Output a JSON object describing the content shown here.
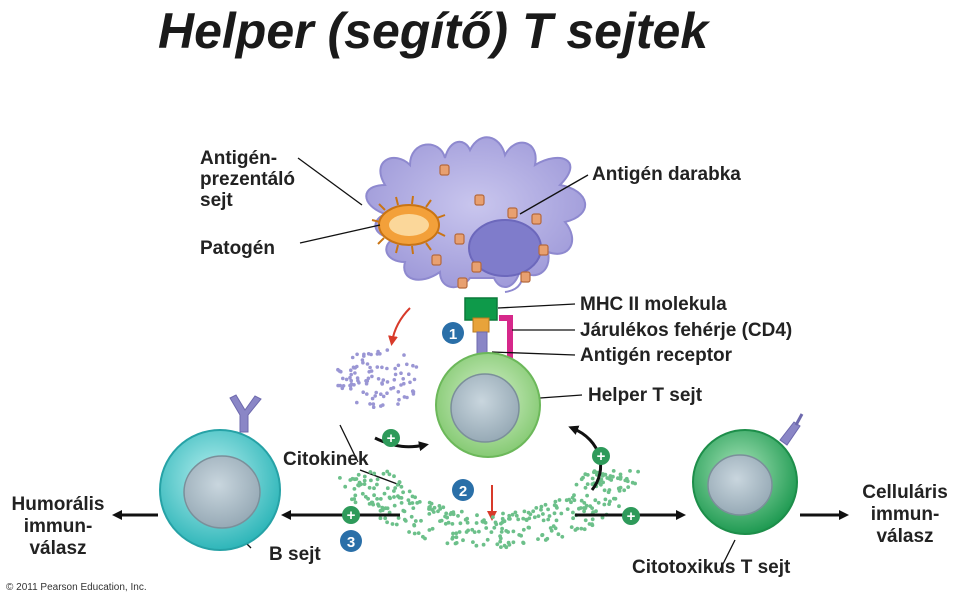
{
  "title": "Helper (segítő) T sejtek",
  "labels": {
    "apc_line1": "Antigén-",
    "apc_line2": "prezentáló",
    "apc_line3": "sejt",
    "pathogen": "Patogén",
    "antigen_fragment": "Antigén darabka",
    "mhc2": "MHC II molekula",
    "cd4": "Járulékos fehérje (CD4)",
    "antigen_receptor": "Antigén receptor",
    "helper_t": "Helper T sejt",
    "cytokines": "Citokinek",
    "humoral_line1": "Humorális",
    "humoral_line2": "immun-",
    "humoral_line3": "válasz",
    "b_cell": "B sejt",
    "cytotoxic_t": "Citotoxikus T sejt",
    "cellular_line1": "Celluláris",
    "cellular_line2": "immun-",
    "cellular_line3": "válasz"
  },
  "steps": {
    "one": "1",
    "two": "2",
    "three": "3"
  },
  "plus": "+",
  "copyright": "© 2011 Pearson Education, Inc.",
  "colors": {
    "apc": "#a7a3dc",
    "apc_nucleus": "#7f7ccb",
    "pathogen": "#f3a03a",
    "helper": "#9fd78f",
    "b_cell": "#5ed0d0",
    "cytotoxic": "#4dc07a",
    "step_badge": "#2a6fa8",
    "plus_badge": "#2e9a5a",
    "arrow_red": "#d83a2a"
  }
}
